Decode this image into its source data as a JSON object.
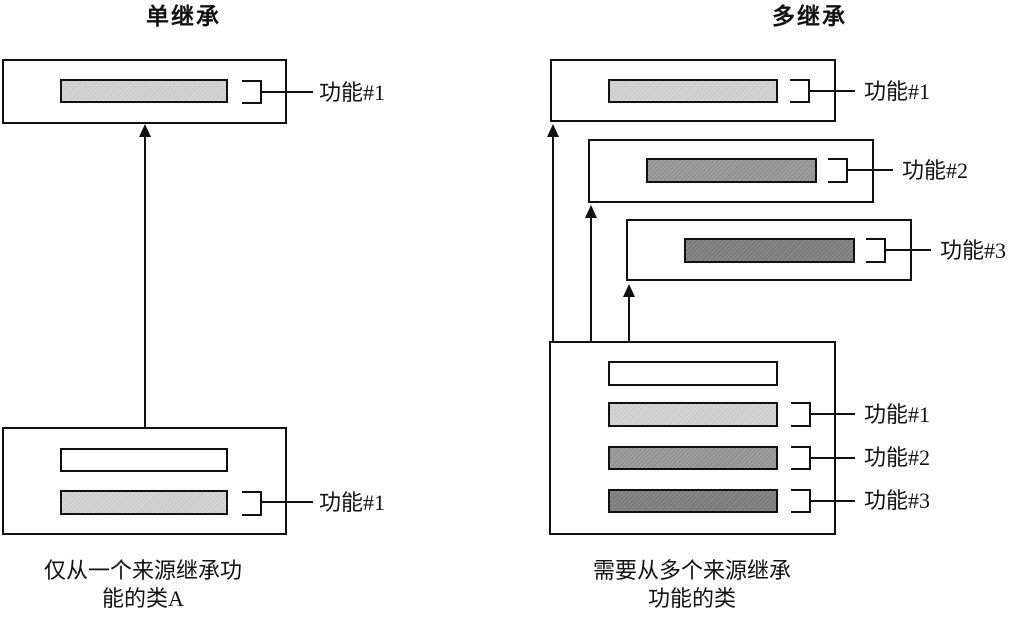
{
  "diagram": {
    "left": {
      "title": "单继承",
      "top_box_label": "功能#1",
      "bottom_box_label": "功能#1",
      "caption_line1": "仅从一个来源继承功",
      "caption_line2": "能的类A"
    },
    "right": {
      "title": "多继承",
      "source_box_labels": [
        "功能#1",
        "功能#2",
        "功能#3"
      ],
      "derived_box_labels": [
        "功能#1",
        "功能#2",
        "功能#3"
      ],
      "caption_line1": "需要从多个来源继承",
      "caption_line2": "功能的类"
    }
  },
  "colors": {
    "bar_light": "#cccccc",
    "bar_medium": "#919191",
    "bar_dark": "#7a7a7a",
    "line": "#111111"
  }
}
